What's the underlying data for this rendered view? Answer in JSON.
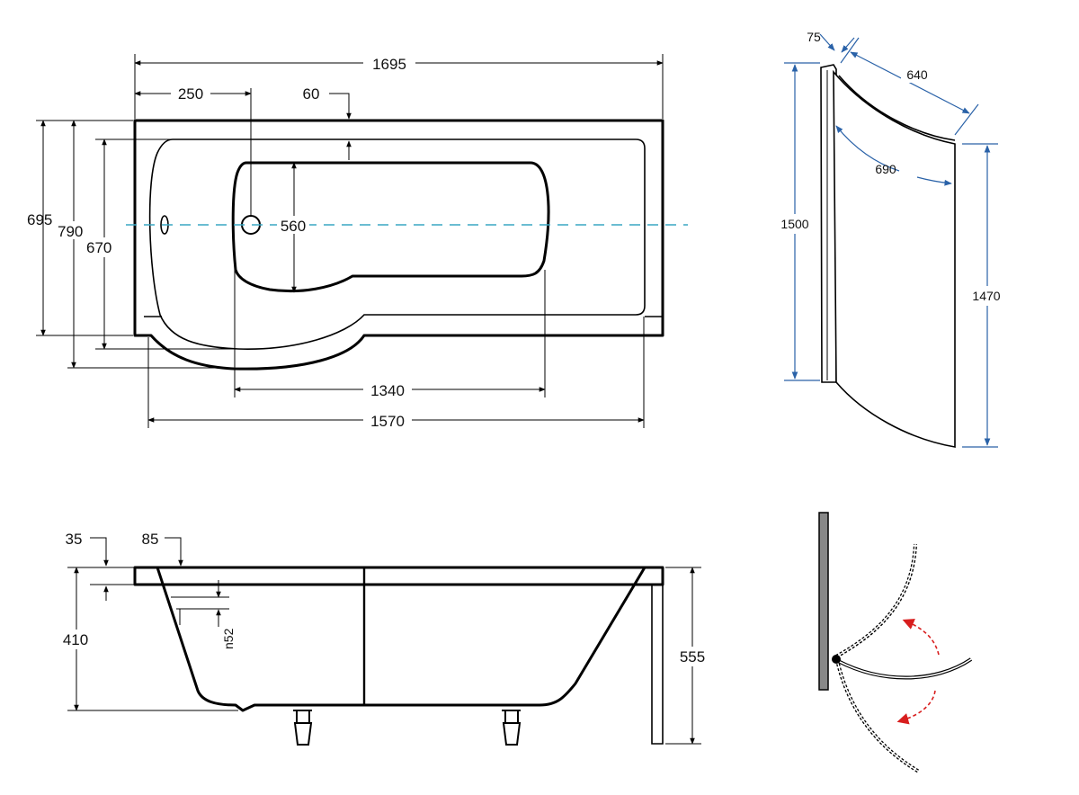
{
  "drawing": {
    "plan_view": {
      "dims": {
        "overall_length": "1695",
        "tap_offset": "250",
        "rim_top": "60",
        "width_left": "695",
        "width_overall": "790",
        "width_inner": "670",
        "basin_width": "560",
        "basin_length": "1340",
        "inner_length": "1570"
      }
    },
    "side_view": {
      "dims": {
        "rim": "35",
        "rim_inset": "85",
        "depth": "410",
        "overflow": "n52",
        "height": "555"
      }
    },
    "screen_view": {
      "dims": {
        "profile": "75",
        "top_width": "640",
        "curved_width": "690",
        "left_height": "1500",
        "right_height": "1470"
      }
    },
    "swing_view": {
      "colors": {
        "arrow": "#d81e1e",
        "wall": "#888888"
      }
    }
  }
}
